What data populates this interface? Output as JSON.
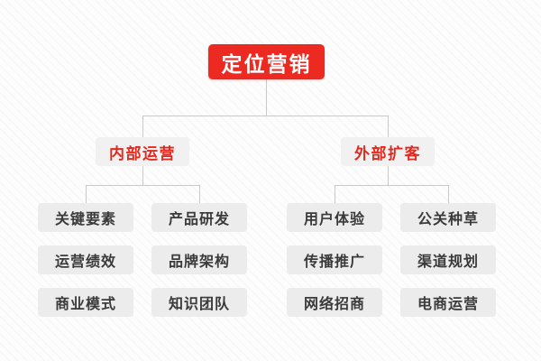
{
  "diagram": {
    "title": "定位营销",
    "type": "org-tree",
    "colors": {
      "root_bg": "#ec2a22",
      "root_text": "#ffffff",
      "branch_bg": "#f1f1f1",
      "branch_text": "#e02a20",
      "leaf_bg": "#ececec",
      "leaf_text": "#3a3a3a",
      "connector": "#c9c9c9",
      "background": "#fdfdfd"
    },
    "root": {
      "label": "定位营销"
    },
    "branches": [
      {
        "label": "内部运营",
        "columns": [
          {
            "items": [
              "关键要素",
              "运营绩效",
              "商业模式"
            ]
          },
          {
            "items": [
              "产品研发",
              "品牌架构",
              "知识团队"
            ]
          }
        ]
      },
      {
        "label": "外部扩客",
        "columns": [
          {
            "items": [
              "用户体验",
              "传播推广",
              "网络招商"
            ]
          },
          {
            "items": [
              "公关种草",
              "渠道规划",
              "电商运营"
            ]
          }
        ]
      }
    ]
  }
}
